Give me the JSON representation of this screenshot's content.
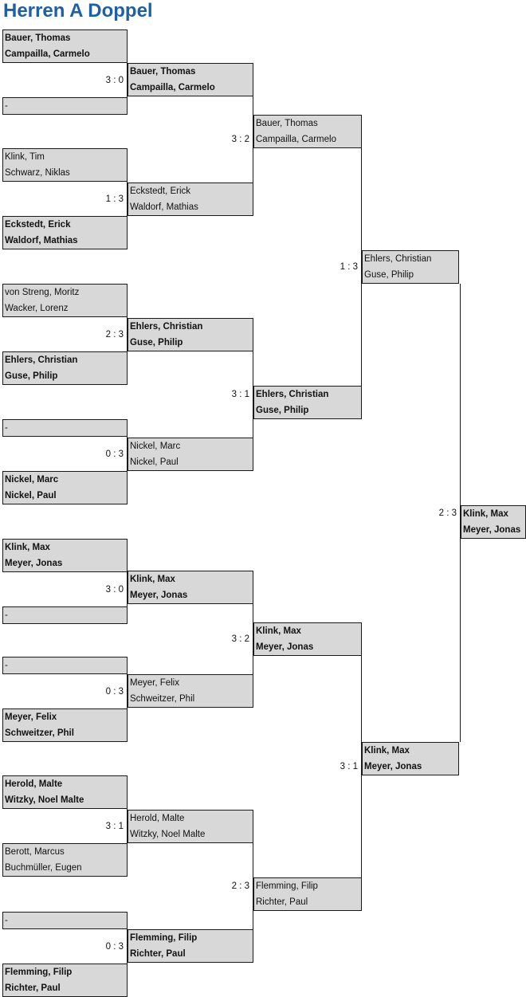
{
  "title": "Herren A Doppel",
  "rounds": [
    {
      "name": "round-1",
      "matches": [
        {
          "team1": [
            "Bauer, Thomas",
            "Campailla, Carmelo"
          ],
          "team1_winner": true,
          "team2": [
            "-"
          ],
          "team2_winner": false
        },
        {
          "team1": [
            "Klink, Tim",
            "Schwarz, Niklas"
          ],
          "team1_winner": false,
          "team2": [
            "Eckstedt, Erick",
            "Waldorf, Mathias"
          ],
          "team2_winner": true
        },
        {
          "team1": [
            "von Streng, Moritz",
            "Wacker, Lorenz"
          ],
          "team1_winner": false,
          "team2": [
            "Ehlers, Christian",
            "Guse, Philip"
          ],
          "team2_winner": true
        },
        {
          "team1": [
            "-"
          ],
          "team1_winner": false,
          "team2": [
            "Nickel, Marc",
            "Nickel, Paul"
          ],
          "team2_winner": true
        },
        {
          "team1": [
            "Klink, Max",
            "Meyer, Jonas"
          ],
          "team1_winner": true,
          "team2": [
            "-"
          ],
          "team2_winner": false
        },
        {
          "team1": [
            "-"
          ],
          "team1_winner": false,
          "team2": [
            "Meyer, Felix",
            "Schweitzer, Phil"
          ],
          "team2_winner": true
        },
        {
          "team1": [
            "Herold, Malte",
            "Witzky, Noel Malte"
          ],
          "team1_winner": true,
          "team2": [
            "Berott, Marcus",
            "Buchmüller, Eugen"
          ],
          "team2_winner": false
        },
        {
          "team1": [
            "-"
          ],
          "team1_winner": false,
          "team2": [
            "Flemming, Filip",
            "Richter, Paul"
          ],
          "team2_winner": true
        }
      ]
    },
    {
      "name": "round-2",
      "entries": [
        {
          "team": [
            "Bauer, Thomas",
            "Campailla, Carmelo"
          ],
          "winner": true,
          "score": "3 : 0"
        },
        {
          "team": [
            "Eckstedt, Erick",
            "Waldorf, Mathias"
          ],
          "winner": false,
          "score": "1 : 3"
        },
        {
          "team": [
            "Ehlers, Christian",
            "Guse, Philip"
          ],
          "winner": true,
          "score": "2 : 3"
        },
        {
          "team": [
            "Nickel, Marc",
            "Nickel, Paul"
          ],
          "winner": false,
          "score": "0 : 3"
        },
        {
          "team": [
            "Klink, Max",
            "Meyer, Jonas"
          ],
          "winner": true,
          "score": "3 : 0"
        },
        {
          "team": [
            "Meyer, Felix",
            "Schweitzer, Phil"
          ],
          "winner": false,
          "score": "0 : 3"
        },
        {
          "team": [
            "Herold, Malte",
            "Witzky, Noel Malte"
          ],
          "winner": false,
          "score": "3 : 1"
        },
        {
          "team": [
            "Flemming, Filip",
            "Richter, Paul"
          ],
          "winner": true,
          "score": "0 : 3"
        }
      ]
    },
    {
      "name": "round-3",
      "entries": [
        {
          "team": [
            "Bauer, Thomas",
            "Campailla, Carmelo"
          ],
          "winner": false,
          "score": "3 : 2"
        },
        {
          "team": [
            "Ehlers, Christian",
            "Guse, Philip"
          ],
          "winner": true,
          "score": "3 : 1"
        },
        {
          "team": [
            "Klink, Max",
            "Meyer, Jonas"
          ],
          "winner": true,
          "score": "3 : 2"
        },
        {
          "team": [
            "Flemming, Filip",
            "Richter, Paul"
          ],
          "winner": false,
          "score": "2 : 3"
        }
      ]
    },
    {
      "name": "round-4",
      "entries": [
        {
          "team": [
            "Ehlers, Christian",
            "Guse, Philip"
          ],
          "winner": false,
          "score": "1 : 3"
        },
        {
          "team": [
            "Klink, Max",
            "Meyer, Jonas"
          ],
          "winner": true,
          "score": "3 : 1"
        }
      ]
    },
    {
      "name": "final",
      "entries": [
        {
          "team": [
            "Klink, Max",
            "Meyer, Jonas"
          ],
          "winner": true,
          "score": "2 : 3"
        }
      ]
    }
  ],
  "colors": {
    "title": "#1f5fa6",
    "box_bg": "#d8d8d8",
    "line": "#1a1a1a"
  }
}
